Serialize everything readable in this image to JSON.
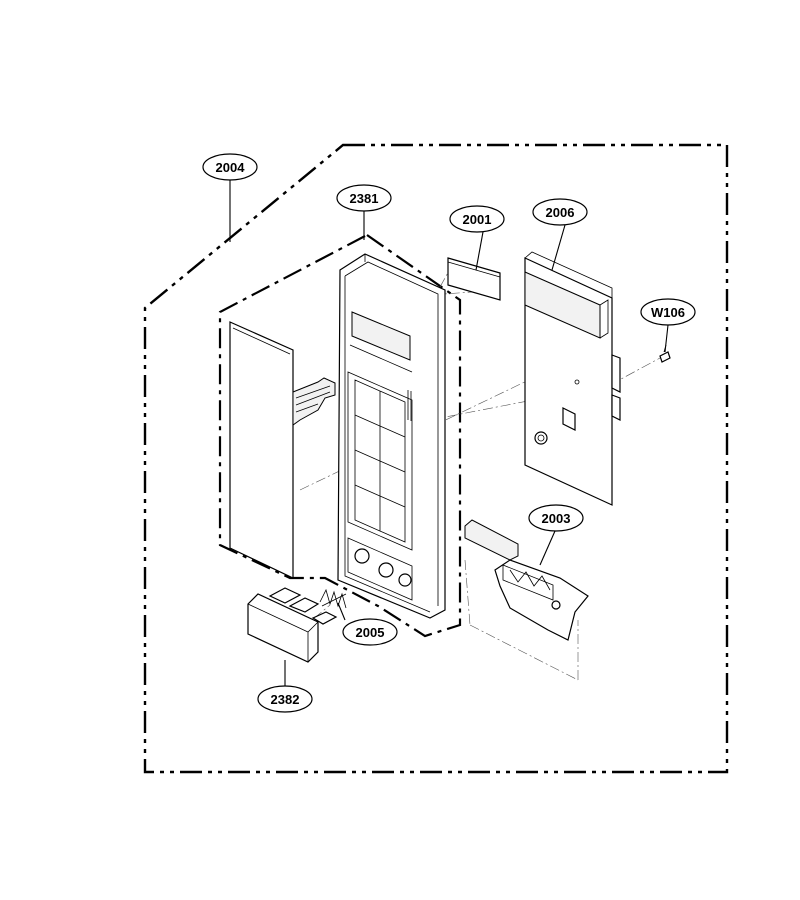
{
  "diagram": {
    "callouts": [
      {
        "id": "2004",
        "label": "2004"
      },
      {
        "id": "2381",
        "label": "2381"
      },
      {
        "id": "2001",
        "label": "2001"
      },
      {
        "id": "2006",
        "label": "2006"
      },
      {
        "id": "W106",
        "label": "W106"
      },
      {
        "id": "2003",
        "label": "2003"
      },
      {
        "id": "2005",
        "label": "2005"
      },
      {
        "id": "2382",
        "label": "2382"
      }
    ]
  }
}
